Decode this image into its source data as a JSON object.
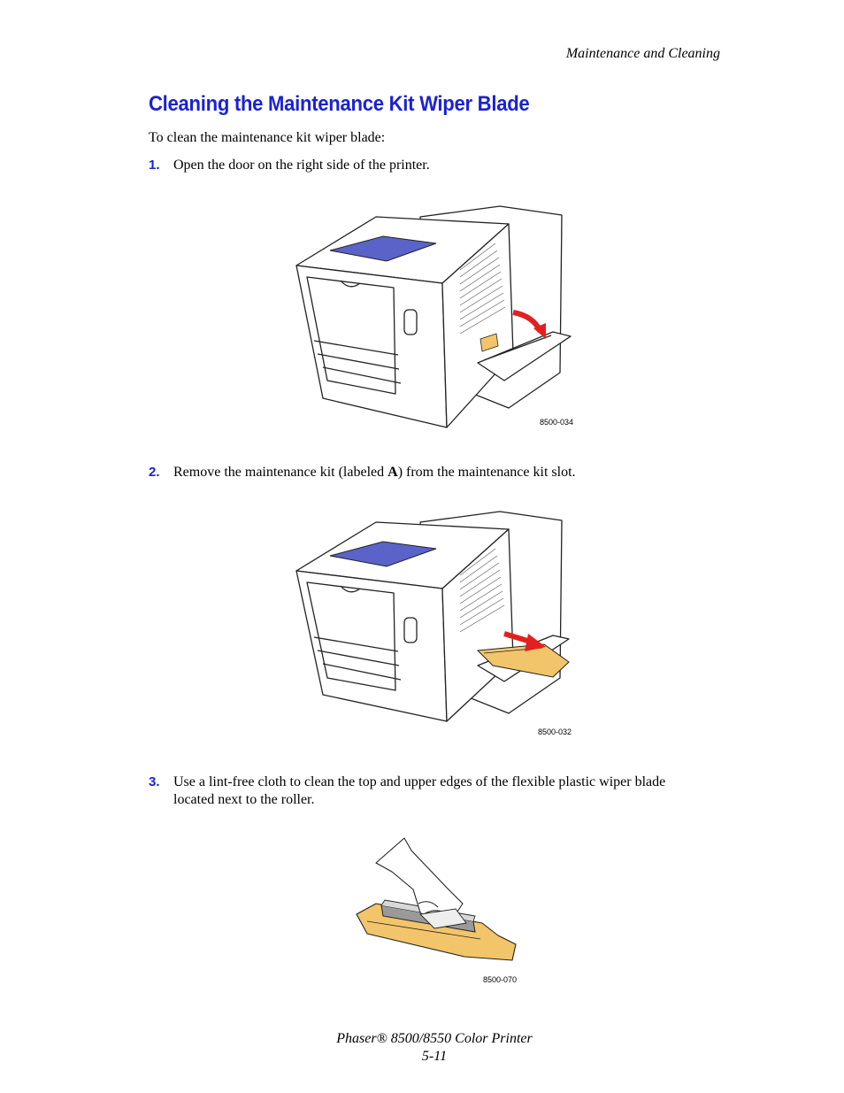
{
  "header": {
    "section": "Maintenance and Cleaning"
  },
  "title": "Cleaning the Maintenance Kit Wiper Blade",
  "intro": "To clean the maintenance kit wiper blade:",
  "steps": [
    {
      "num": "1.",
      "text_before": "Open the door on the right side of the printer.",
      "bold": "",
      "text_after": ""
    },
    {
      "num": "2.",
      "text_before": "Remove the maintenance kit (labeled ",
      "bold": "A",
      "text_after": ") from the maintenance kit slot."
    },
    {
      "num": "3.",
      "line1": "Use a lint-free cloth to clean the top and upper edges of the flexible plastic wiper blade",
      "line2": "located next to the roller."
    }
  ],
  "figures": [
    {
      "label": "8500-034"
    },
    {
      "label": "8500-032"
    },
    {
      "label": "8500-070"
    }
  ],
  "footer": {
    "product": "Phaser® 8500/8550 Color Printer",
    "page": "5-11"
  },
  "colors": {
    "accent": "#1a22d4",
    "panel": "#5a63c8",
    "kit": "#f2c56b",
    "arrow": "#e32020"
  }
}
